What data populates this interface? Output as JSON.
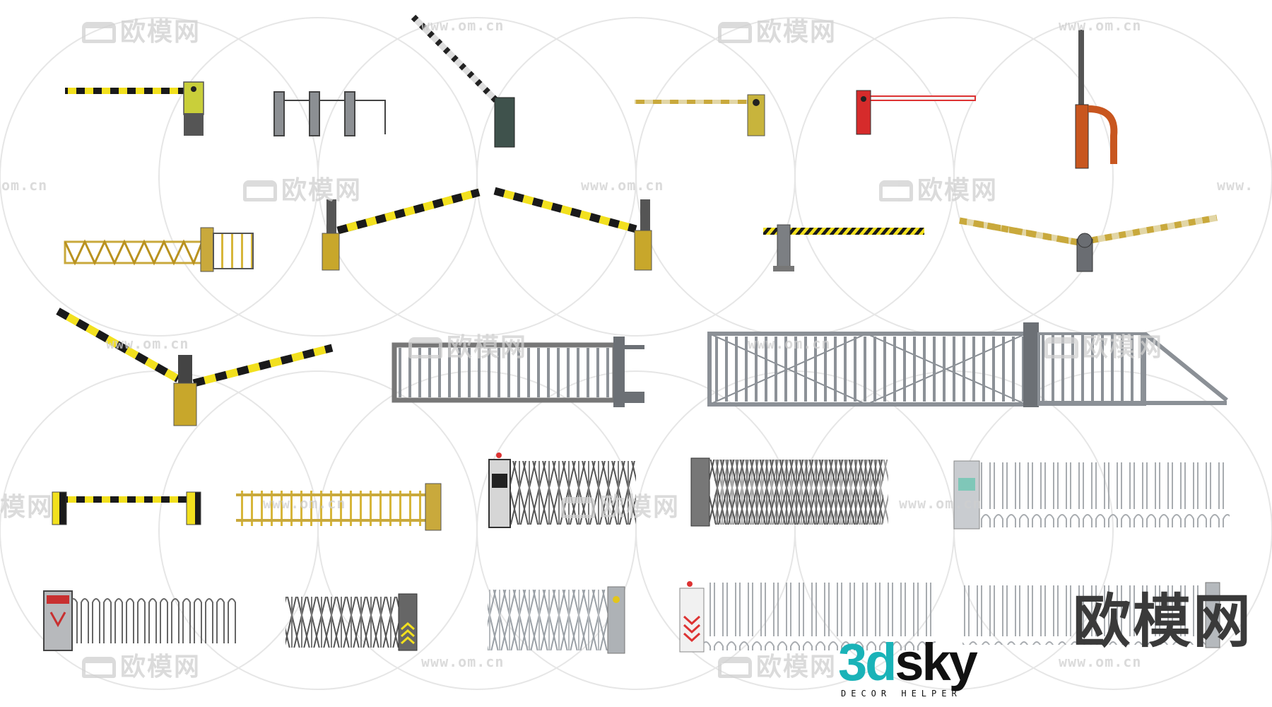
{
  "watermark": {
    "brand_cn": "欧模网",
    "url": "www.om.cn",
    "fragment_url_left": "om.cn",
    "fragment_url_right": "www.",
    "fragment_cn_left": "模网"
  },
  "big_mark": "欧模网",
  "logo": {
    "prefix": "3d",
    "name": "sky",
    "tagline": "DECOR HELPER"
  },
  "colors": {
    "accent_yellow": "#e3d21c",
    "stripe_black": "#1a1a1a",
    "steel_gray": "#8a8f95",
    "logo_teal": "#1ab3b8"
  }
}
